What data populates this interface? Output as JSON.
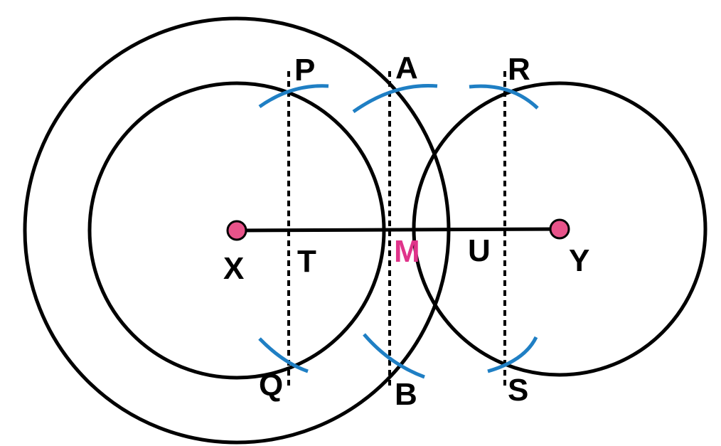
{
  "colors": {
    "stroke": "#000000",
    "arc": "#1f7fc4",
    "point_fill": "#e8538a",
    "midpoint_label": "#e0338a",
    "background": "#ffffff"
  },
  "labels": {
    "X": "X",
    "Y": "Y",
    "P": "P",
    "Q": "Q",
    "A": "A",
    "B": "B",
    "R": "R",
    "S": "S",
    "T": "T",
    "U": "U",
    "M": "M"
  }
}
